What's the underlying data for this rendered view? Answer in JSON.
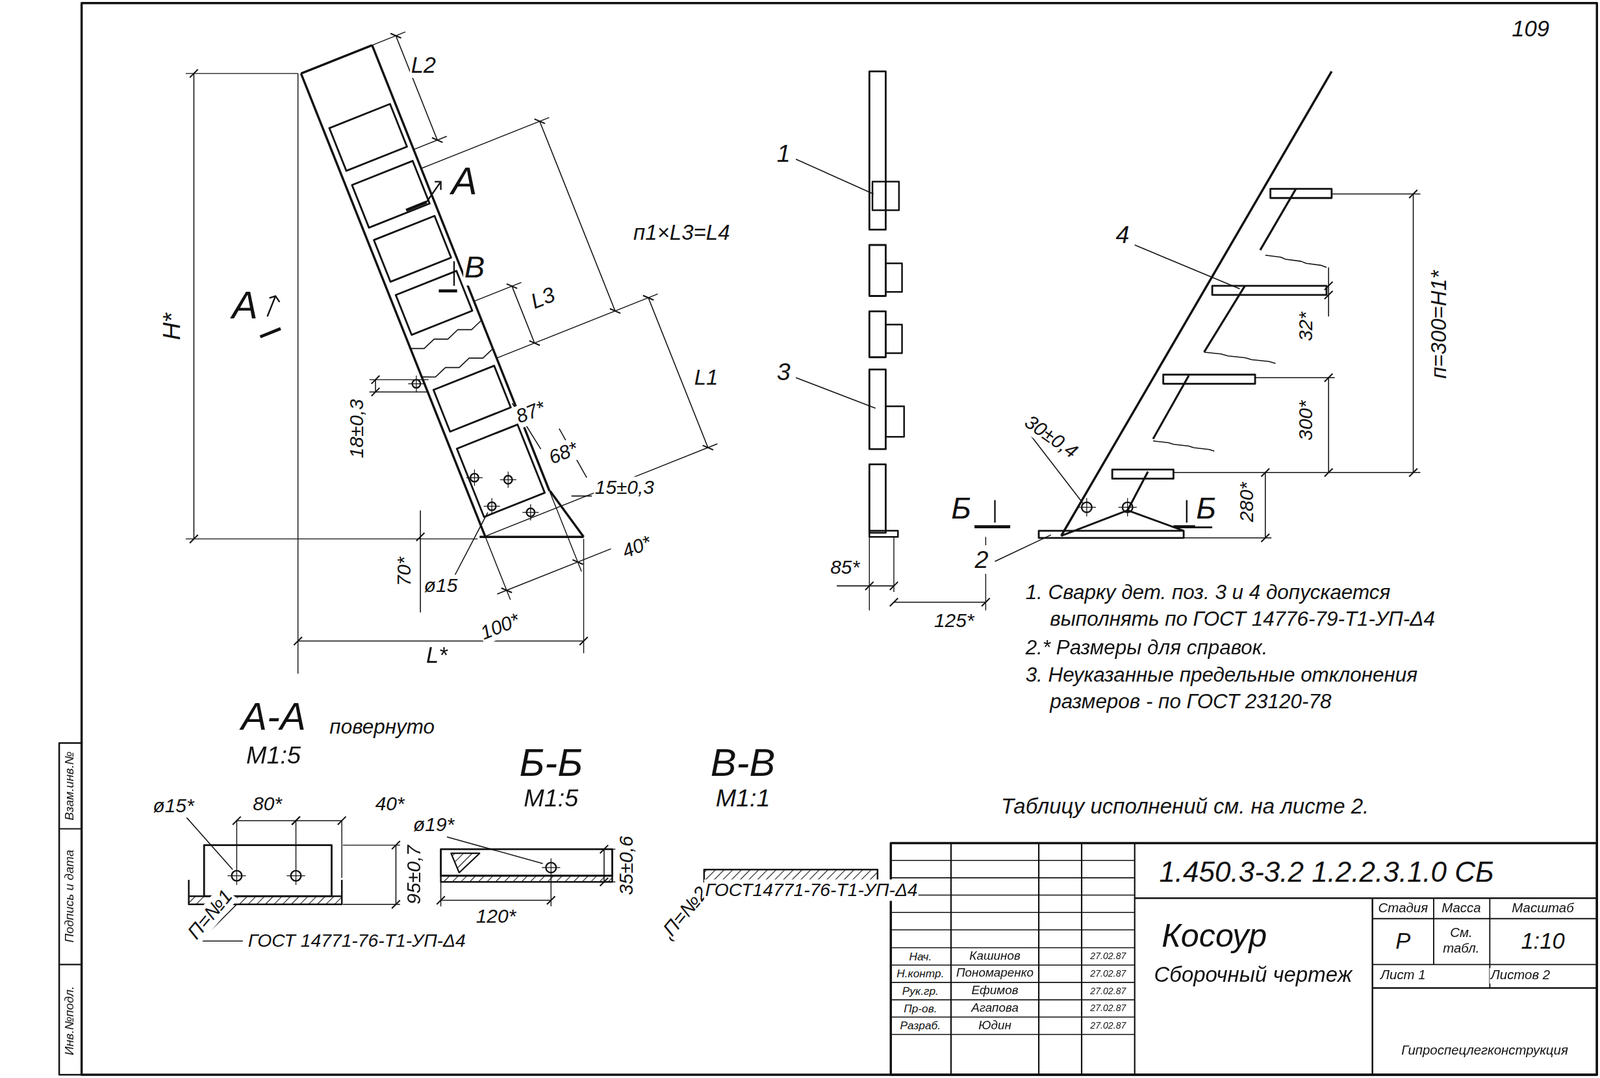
{
  "diagram": {
    "labels": [
      "109",
      "L2",
      "А",
      "А",
      "Н*",
      "В",
      "п1×L3=L4",
      "L3",
      "L1",
      "18±0,3",
      "87*",
      "68*",
      "15±0,3",
      "70*",
      "ø15",
      "40*",
      "100*",
      "L*",
      "1",
      "3",
      "85*",
      "125*",
      "4",
      "32*",
      "300*",
      "п=300=Н1*",
      "30±0,4",
      "Б",
      "Б",
      "280*",
      "2",
      "1. Сварку дет. поз. 3 и 4 допускается выполнять по ГОСТ 14776-79-Т1-УП-Δ4",
      "2.* Размеры для справок.",
      "3. Неуказанные предельные отклонения размеров - по ГОСТ 23120-78",
      "Таблицу исполнений см. на листе 2.",
      "А-А",
      "повернуто",
      "М1:5",
      "ø15*",
      "80*",
      "40*",
      "95±0,7",
      "П=№1",
      "ГОСТ 14771-76-Т1-УП-Δ4",
      "Б-Б",
      "М1:5",
      "ø19*",
      "120*",
      "35±0,6",
      "В-В",
      "М1:1",
      "П=№2",
      "ГОСТ14771-76-Т1-УП-Δ4",
      "1.450.3-3.2 1.2.2.3.1.0 СБ",
      "Косоур",
      "Сборочный чертеж",
      "Стадия",
      "Масса",
      "Масштаб",
      "Р",
      "См. табл.",
      "1:10",
      "Лист 1",
      "Листов 2",
      "Гипроспецлегконструкция",
      "Нач.",
      "Кашинов",
      "27.02.87",
      "Н.контр.",
      "Пономаренко",
      "27.02.87",
      "Рук.гр.",
      "Ефимов",
      "27.02.87",
      "Пр-ов.",
      "Агапова",
      "27.02.87",
      "Разраб.",
      "Юдин",
      "27.02.87",
      "Инв.№подл.",
      "Подпись и дата",
      "Взам.инв.№"
    ]
  }
}
